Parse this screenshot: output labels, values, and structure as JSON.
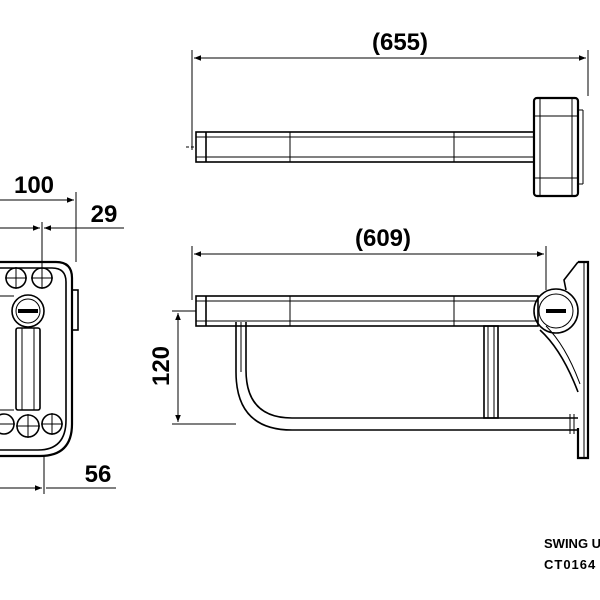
{
  "dimensions": {
    "top_length": "(655)",
    "bottom_length": "(609)",
    "height": "120",
    "side_width": "100",
    "side_offset": "29",
    "side_depth": "56"
  },
  "caption": {
    "title": "SWING UP",
    "code": "CT0164"
  }
}
